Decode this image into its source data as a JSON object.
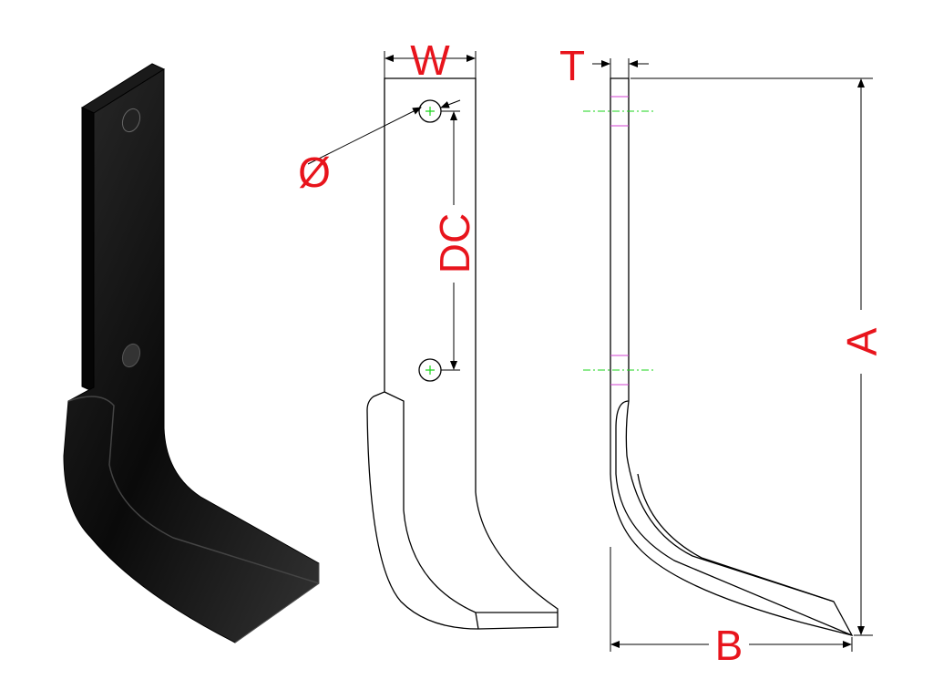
{
  "labels": {
    "width": "W",
    "thickness": "T",
    "diameter": "Ø",
    "distance_centers": "DC",
    "height": "A",
    "base": "B"
  },
  "colors": {
    "label": "#e8141c",
    "centerline": "#1bd41b",
    "hidden_hole": "#d040d0",
    "blade": "#111111"
  }
}
